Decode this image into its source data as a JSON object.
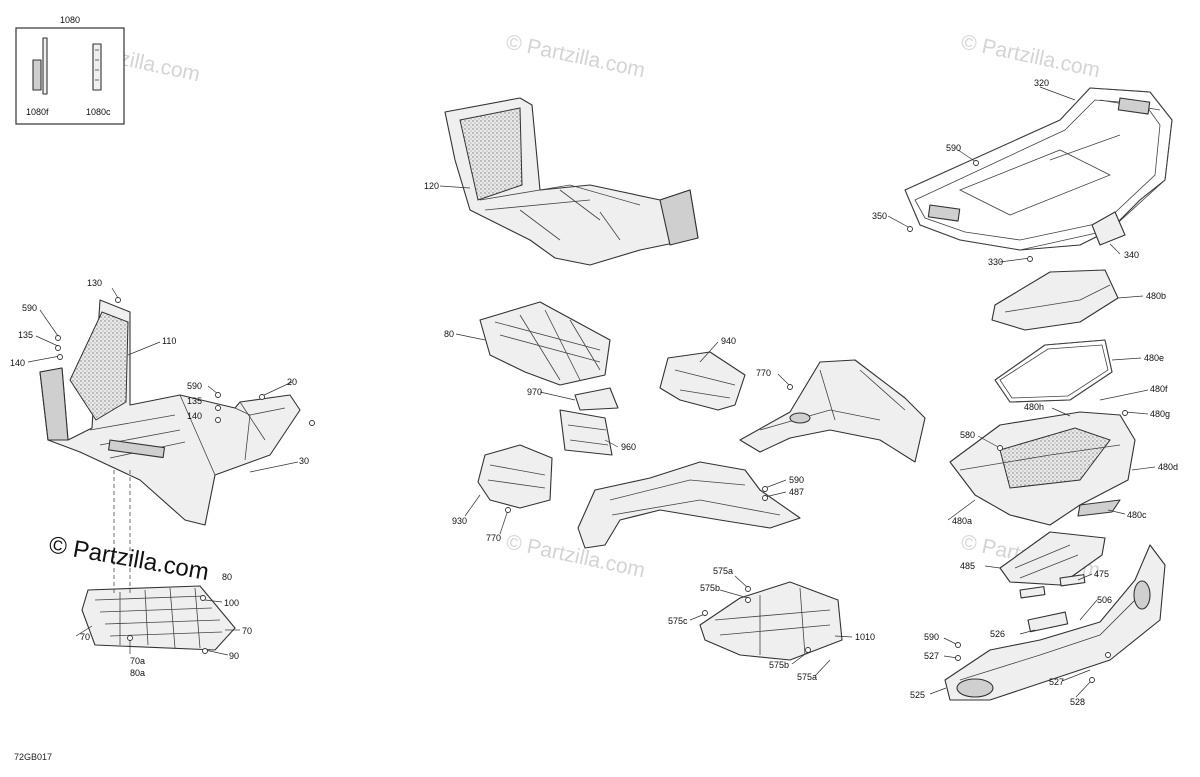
{
  "watermark": "© Partzilla.com",
  "diagram_code": "72GB017",
  "inset": {
    "title": "1080",
    "left_label": "1080f",
    "right_label": "1080c"
  },
  "labels": {
    "l130": "130",
    "l590a": "590",
    "l135a": "135",
    "l140a": "140",
    "l110": "110",
    "l590b": "590",
    "l135b": "135",
    "l140b": "140",
    "l20": "20",
    "l30": "30",
    "l80a": "80",
    "l100": "100",
    "l70a": "70",
    "l70b": "70",
    "l70a80a": "70a\n80a",
    "l90": "90",
    "l120": "120",
    "l80": "80",
    "l970": "970",
    "l960": "960",
    "l930": "930",
    "l770a": "770",
    "l940": "940",
    "l770b": "770",
    "l590c": "590",
    "l487": "487",
    "l575a1": "575a",
    "l575b1": "575b",
    "l575c": "575c",
    "l1010": "1010",
    "l575b2": "575b",
    "l575a2": "575a",
    "l320": "320",
    "l590d": "590",
    "l350": "350",
    "l340": "340",
    "l330": "330",
    "l480b": "480b",
    "l480e": "480e",
    "l480f": "480f",
    "l480h": "480h",
    "l480g": "480g",
    "l580": "580",
    "l480d": "480d",
    "l480a": "480a",
    "l480c": "480c",
    "l485": "485",
    "l475": "475",
    "l506": "506",
    "l526": "526",
    "l590e": "590",
    "l527a": "527",
    "l527b": "527",
    "l525": "525",
    "l528": "528"
  }
}
